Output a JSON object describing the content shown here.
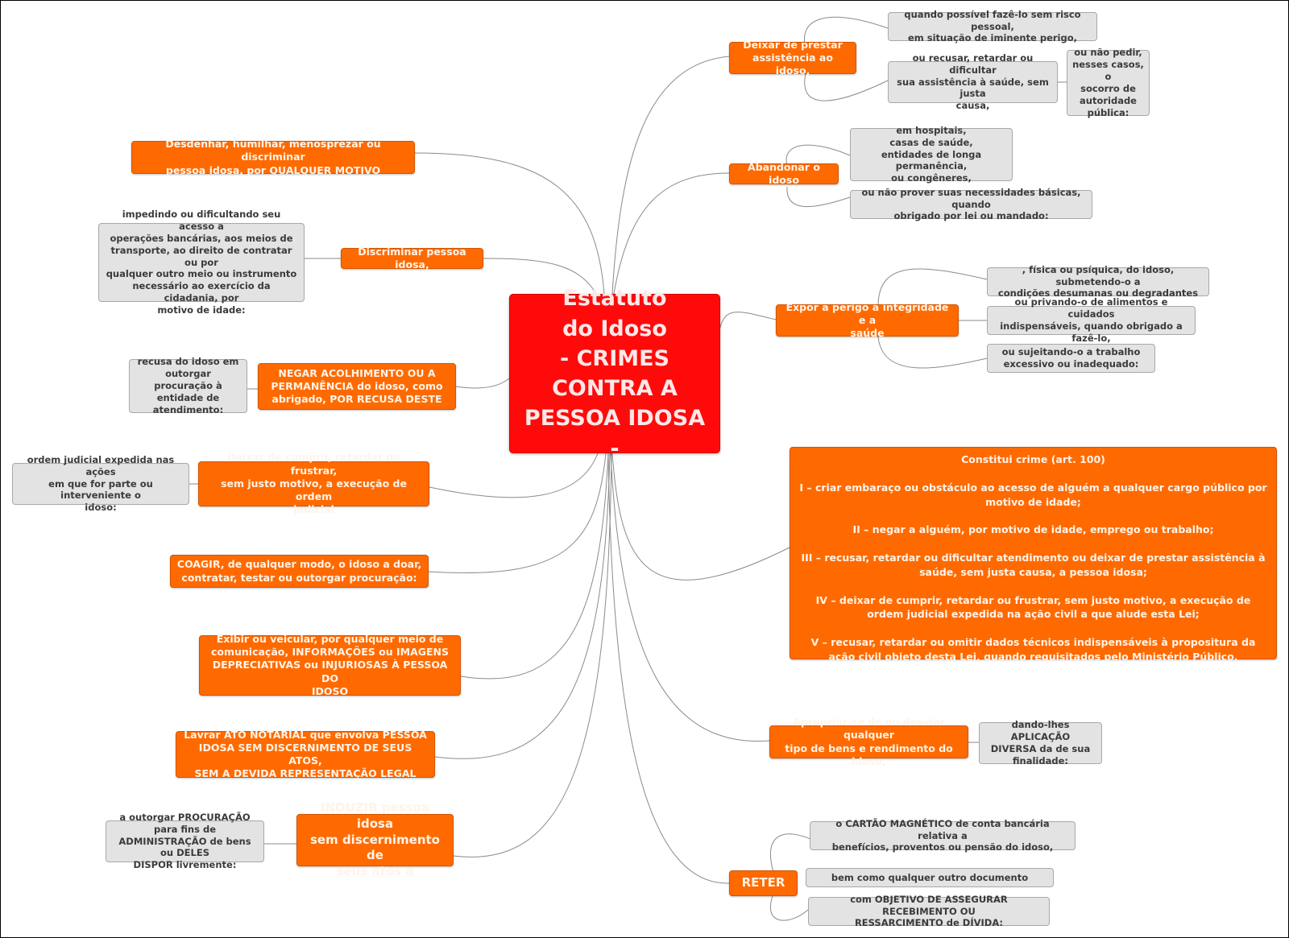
{
  "root": {
    "title": "Estatuto\ndo Idoso\n- CRIMES\nCONTRA A\nPESSOA IDOSA -"
  },
  "colors": {
    "root_fill": "#ff0a0a",
    "main_fill": "#ff6a00",
    "sub_fill": "#e3e3e3",
    "link_stroke": "#8a8a8a"
  },
  "right_branches": {
    "deixar_prestar": {
      "label": "Deixar de prestar\nassistência ao idoso,",
      "children": [
        "quando possível fazê-lo sem risco pessoal,\nem situação de iminente perigo,",
        "ou recusar, retardar ou dificultar\nsua assistência à saúde, sem justa\ncausa,"
      ],
      "grandchild": "ou não pedir,\nnesses casos, o\nsocorro de\nautoridade\npública:"
    },
    "abandonar": {
      "label": "Abandonar o idoso",
      "children": [
        "em hospitais,\ncasas de saúde,\nentidades de longa permanência,\nou congêneres,",
        "ou não prover suas necessidades básicas, quando\nobrigado por lei ou mandado:"
      ]
    },
    "expor": {
      "label": "Expor a perigo a integridade e a\nsaúde",
      "children": [
        ", física ou psíquica, do idoso, submetendo-o a\ncondições desumanas ou degradantes",
        "ou privando-o de alimentos e cuidados\nindispensáveis, quando obrigado a fazê-lo,",
        "ou sujeitando-o a trabalho\nexcessivo ou inadequado:"
      ]
    },
    "constitui_crime": {
      "heading": "Constitui crime (art. 100)",
      "items": [
        "I – criar embaraço ou obstáculo ao acesso de alguém a qualquer cargo público por motivo de idade;",
        "II – negar a alguém, por motivo de idade, emprego ou trabalho;",
        "III – recusar, retardar ou dificultar atendimento ou deixar de prestar assistência à saúde, sem justa causa, a pessoa idosa;",
        "IV – deixar de cumprir, retardar ou frustrar, sem justo motivo, a execução de ordem judicial expedida na ação civil a que alude esta Lei;",
        "V – recusar, retardar ou omitir dados técnicos indispensáveis à propositura da ação civil objeto desta Lei, quando requisitados pelo Ministério Público."
      ]
    },
    "apropriar": {
      "label": "Apropriar-se de ou desviar qualquer\ntipo de bens e rendimento do idoso,",
      "child": "dando-lhes APLICAÇÃO\nDIVERSA da de sua\nfinalidade:"
    },
    "reter": {
      "label": "RETER",
      "children": [
        "o CARTÃO MAGNÉTICO de conta bancária relativa a\nbenefícios, proventos ou pensão do idoso,",
        "bem como qualquer outro documento",
        "com OBJETIVO DE ASSEGURAR RECEBIMENTO OU\nRESSARCIMENTO de DÍVIDA:"
      ]
    }
  },
  "left_branches": {
    "desdenhar": {
      "label": "Desdenhar, humilhar, menosprezar ou discriminar\npessoa idosa, por QUALQUER MOTIVO"
    },
    "discriminar": {
      "label": "Discriminar pessoa idosa,",
      "child": "impedindo ou dificultando seu acesso a\noperações bancárias, aos meios de\ntransporte, ao direito de contratar ou por\nqualquer outro meio ou instrumento\nnecessário ao exercício da cidadania, por\nmotivo de idade:"
    },
    "negar": {
      "label": "NEGAR ACOLHIMENTO OU A\nPERMANÊNCIA do idoso, como\nabrigado, POR RECUSA DESTE",
      "child": "recusa do idoso em\noutorgar procuração à\nentidade de\natendimento:"
    },
    "deixar_cumprir": {
      "label": "Deixar de cumprir, retardar ou frustrar,\nsem justo motivo, a execução de ordem\njudicial",
      "child": "ordem judicial expedida nas ações\nem que for parte ou interveniente o\nidoso:"
    },
    "coagir": {
      "label": "COAGIR, de qualquer modo, o idoso a doar,\ncontratar, testar ou outorgar procuração:"
    },
    "exibir": {
      "label": "Exibir ou veicular, por qualquer meio de\ncomunicação, INFORMAÇÕES ou IMAGENS\nDEPRECIATIVAS ou INJURIOSAS À PESSOA DO\nIDOSO"
    },
    "lavrar": {
      "label": "Lavrar ATO NOTARIAL que envolva PESSOA\nIDOSA SEM DISCERNIMENTO DE SEUS ATOS,\nSEM A DEVIDA REPRESENTAÇÃO LEGAL"
    },
    "induzir": {
      "label": "INDUZIR pessoa idosa\nsem discernimento de\nseus atos a",
      "child": "a outorgar PROCURAÇÃO para fins de\nADMINISTRAÇÃO de bens ou DELES\nDISPOR livremente:"
    }
  }
}
